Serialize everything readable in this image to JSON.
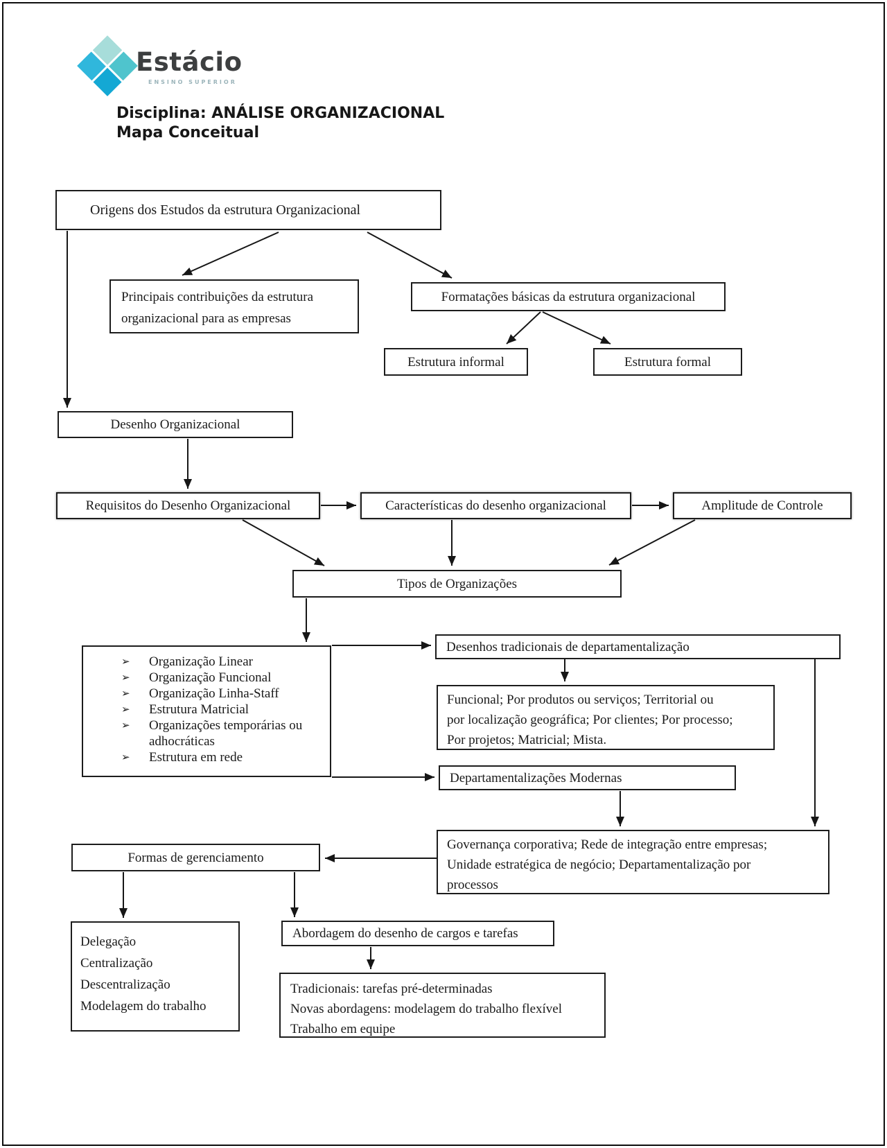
{
  "header": {
    "logo_name": "Estácio",
    "logo_tagline": "ENSINO SUPERIOR",
    "title_line1": "Disciplina: ANÁLISE ORGANIZACIONAL",
    "title_line2": "Mapa Conceitual"
  },
  "glyphs": {
    "bullet": "➢"
  },
  "colors": {
    "logo_teal_pale": "#a7ddda",
    "logo_teal_mid": "#4fc4cd",
    "logo_cyan": "#30b7dc",
    "logo_cyan_deep": "#14a8d4",
    "line_black": "#161616"
  },
  "nodes": {
    "origens": {
      "label": "Origens dos Estudos da estrutura Organizacional"
    },
    "principais": {
      "lines": [
        "Principais contribuições da estrutura",
        "organizacional para as empresas"
      ]
    },
    "formatacoes": {
      "label": "Formatações básicas da estrutura organizacional"
    },
    "estrutura_informal": {
      "label": "Estrutura informal"
    },
    "estrutura_formal": {
      "label": "Estrutura formal"
    },
    "desenho": {
      "label": "Desenho Organizacional"
    },
    "requisitos": {
      "label": "Requisitos do Desenho Organizacional"
    },
    "caracteristicas": {
      "label": "Características do desenho organizacional"
    },
    "amplitude": {
      "label": "Amplitude de Controle"
    },
    "tipos": {
      "label": "Tipos de Organizações"
    },
    "tipos_lista": {
      "items": [
        "Organização Linear",
        "Organização Funcional",
        "Organização Linha-Staff",
        "Estrutura Matricial",
        "Organizações temporárias ou adhocráticas",
        "Estrutura em rede"
      ]
    },
    "desenhos_tradicionais": {
      "label": "Desenhos tradicionais de departamentalização"
    },
    "departamentalizacao_tipos": {
      "lines": [
        "Funcional; Por produtos ou serviços; Territorial ou",
        "por localização geográfica; Por clientes; Por processo;",
        "Por projetos; Matricial; Mista."
      ]
    },
    "departamentalizacoes_modernas": {
      "label": "Departamentalizações Modernas"
    },
    "governanca": {
      "lines": [
        "Governança corporativa; Rede de integração entre empresas;",
        "Unidade estratégica de negócio; Departamentalização por",
        "processos"
      ]
    },
    "formas_gerenciamento": {
      "label": "Formas de gerenciamento"
    },
    "formas_lista": {
      "items": [
        "Delegação",
        "Centralização",
        "Descentralização",
        "Modelagem do trabalho"
      ]
    },
    "abordagem": {
      "label": "Abordagem do desenho de cargos e tarefas"
    },
    "abordagem_tipos": {
      "lines": [
        "Tradicionais: tarefas pré-determinadas",
        "Novas abordagens: modelagem do trabalho flexível",
        "Trabalho em equipe"
      ]
    }
  }
}
